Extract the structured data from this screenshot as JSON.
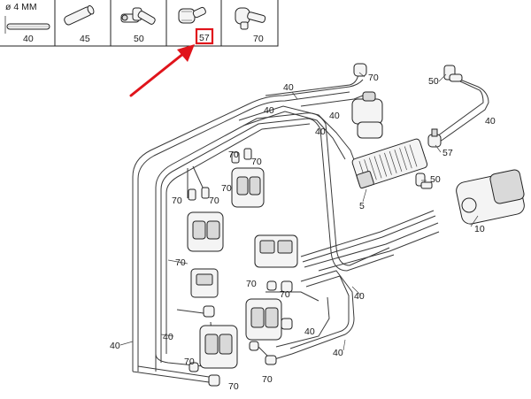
{
  "legend": {
    "cells": [
      {
        "header": "ø 4 MM",
        "number": "40",
        "icon": "tube-straight-icon"
      },
      {
        "number": "45",
        "icon": "tube-connector-icon"
      },
      {
        "number": "50",
        "icon": "elbow-fitting-icon"
      },
      {
        "number": "57",
        "icon": "check-valve-icon"
      },
      {
        "number": "70",
        "icon": "t-fitting-icon"
      }
    ]
  },
  "callouts": {
    "top_40": "40",
    "top_70a": "70",
    "top_40b": "40",
    "top_40c": "40",
    "right_50": "50",
    "right_40": "40",
    "right_57": "57",
    "unit_5": "5",
    "unit_10": "10",
    "mid_50": "50",
    "left_70a": "70",
    "left_70b": "70",
    "left_70c": "70",
    "mid_40": "40",
    "mid_70a": "70",
    "mid_70b": "70",
    "mid_70c": "70",
    "right_mid_40": "40",
    "low_70a": "70",
    "low_40": "40",
    "bottom_40a": "40",
    "bottom_40b": "40",
    "bottom_70a": "70",
    "bottom_70b": "70",
    "bottom_70c": "70",
    "bottom_40c": "40",
    "bottom_70d": "70"
  },
  "highlight": {
    "color": "#e0141b"
  },
  "colors": {
    "line": "#3a3a3a",
    "highlight": "#e0141b"
  }
}
